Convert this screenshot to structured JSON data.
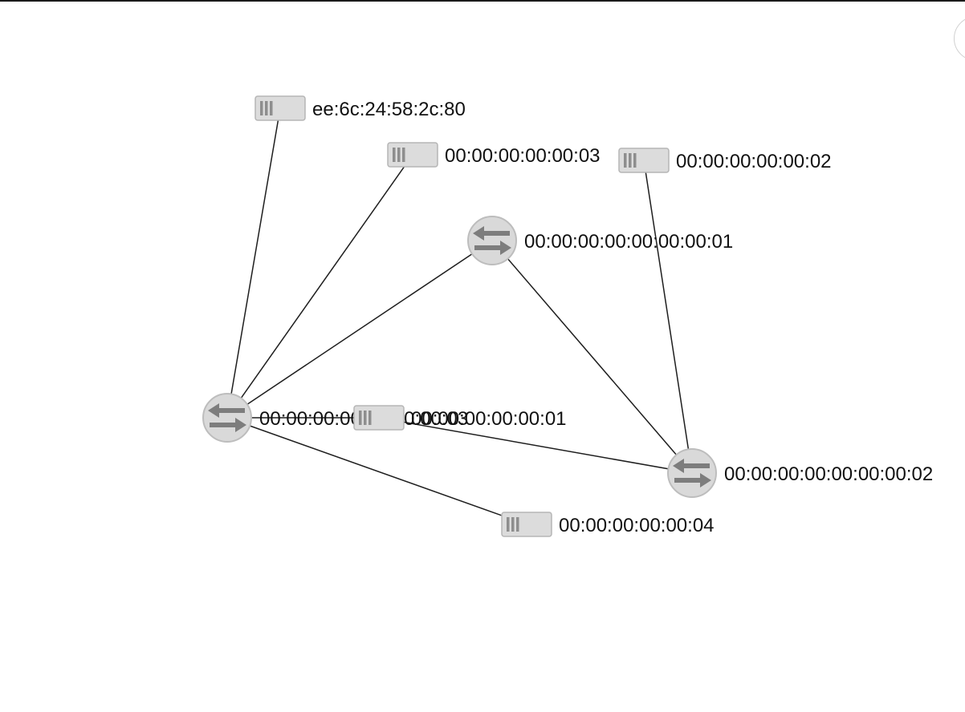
{
  "topology": {
    "switches": [
      {
        "id": "00:00:00:00:00:00:00:01",
        "label": "00:00:00:00:00:00:00:01"
      },
      {
        "id": "00:00:00:00:00:00:00:02",
        "label": "00:00:00:00:00:00:00:02"
      },
      {
        "id": "00:00:00:00:00:00:00:03",
        "label": "00:00:00:00:00:00:00:03"
      }
    ],
    "hosts": [
      {
        "id": "ee:6c:24:58:2c:80",
        "label": "ee:6c:24:58:2c:80"
      },
      {
        "id": "00:00:00:00:00:03",
        "label": "00:00:00:00:00:03"
      },
      {
        "id": "00:00:00:00:00:02",
        "label": "00:00:00:00:00:02"
      },
      {
        "id": "00:00:00:00:00:01",
        "label": "00:00:00:00:00:01"
      },
      {
        "id": "00:00:00:00:00:04",
        "label": "00:00:00:00:00:04"
      }
    ],
    "links": [
      [
        "00:00:00:00:00:00:00:03",
        "ee:6c:24:58:2c:80"
      ],
      [
        "00:00:00:00:00:00:00:03",
        "00:00:00:00:00:03"
      ],
      [
        "00:00:00:00:00:00:00:03",
        "00:00:00:00:00:00:00:01"
      ],
      [
        "00:00:00:00:00:00:00:03",
        "00:00:00:00:00:01"
      ],
      [
        "00:00:00:00:00:00:00:03",
        "00:00:00:00:00:04"
      ],
      [
        "00:00:00:00:00:00:00:01",
        "00:00:00:00:00:00:00:02"
      ],
      [
        "00:00:00:00:00:00:00:02",
        "00:00:00:00:00:02"
      ],
      [
        "00:00:00:00:00:00:00:02",
        "00:00:00:00:00:01"
      ]
    ]
  }
}
